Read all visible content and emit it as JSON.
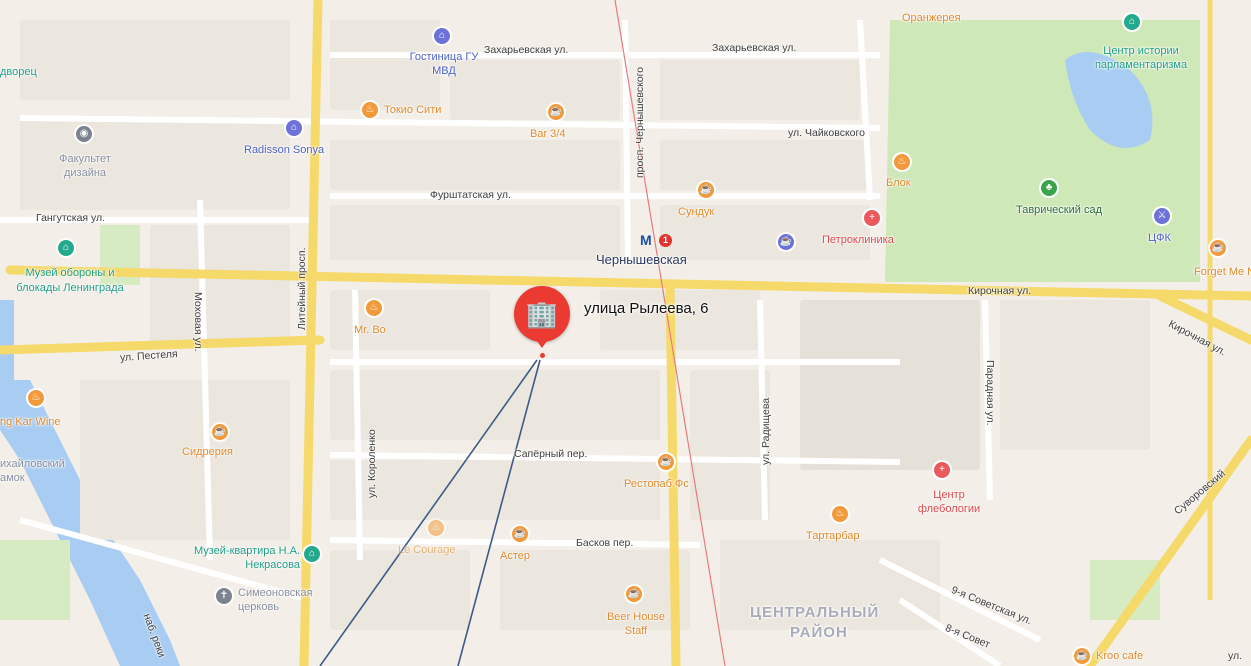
{
  "map": {
    "colors": {
      "background": "#f3efe8",
      "road_major": "#f6d96b",
      "park": "#cfe8b8",
      "water": "#a9cdf2",
      "pin": "#ea3a32",
      "callout_lines": "#3e5a86"
    },
    "pin": {
      "label": "улица Рылеева, 6",
      "icon": "building-icon"
    },
    "metro": {
      "name": "Чернышевская",
      "line_number": "1",
      "icon": "metro-icon"
    },
    "district": {
      "line1": "ЦЕНТРАЛЬНЫЙ",
      "line2": "РАЙОН"
    },
    "streets": {
      "zakharyevskaya_1": "Захарьевская ул.",
      "zakharyevskaya_2": "Захарьевская ул.",
      "chaikovskogo": "ул. Чайковского",
      "furshtatskaya": "Фурштатская ул.",
      "gangutskaya": "Гангутская ул.",
      "kirochnaya_1": "Кирочная ул.",
      "kirochnaya_2": "Кирочная ул.",
      "pestelya": "ул. Пестеля",
      "liteyny": "Литейный просп.",
      "mokhovaya": "Моховая ул.",
      "korolenko": "ул. Короленко",
      "saperny": "Сапёрный пер.",
      "baskov": "Басков пер.",
      "radishcheva": "ул. Радищева",
      "paradnaya": "Парадная ул.",
      "chernyshevskogo": "просп. Чернышевского",
      "sovetskaya9": "9-я Советская ул.",
      "sovetskaya8": "8-я Совет",
      "suvorovsky": "Суворовский",
      "embankment": "наб. реки",
      "ul_edge": "ул."
    },
    "places": {
      "oranzhereya": "Оранжерея",
      "gostinitsa": "Гостиница ГУ МВД",
      "centr_istorii": "Центр истории парламентаризма",
      "dvorets": "дворец",
      "tokio": "Токио Сити",
      "bar34": "Bar 3/4",
      "radisson": "Radisson Sonya",
      "fakultet": "Факультет дизайна",
      "blok": "Блок",
      "sunduk": "Сундук",
      "tavrichesky": "Таврический сад",
      "petroklinika": "Петроклиника",
      "cfk": "ЦФК",
      "forget": "Forget Me No",
      "muzei_oborony": "Музей обороны и блокады Ленинграда",
      "mr_bo": "Mr. Bo",
      "kar_wine": "ng Kar Wine",
      "sidreria": "Сидрерия",
      "mikhailovsky": "ихайловский",
      "zamok": "амок",
      "restopab": "Рестопаб Фс",
      "centr_flebologii": "Центр флебологии",
      "tartarbar": "Тартарбар",
      "le_courage": "Le Courage",
      "aster": "Астер",
      "muzei_nekrasova": "Музей-квартира Н.А. Некрасова",
      "simeonovskaya": "Симеоновская церковь",
      "beer_house": "Beer House Staff",
      "kroo": "Kroo cafe"
    }
  }
}
